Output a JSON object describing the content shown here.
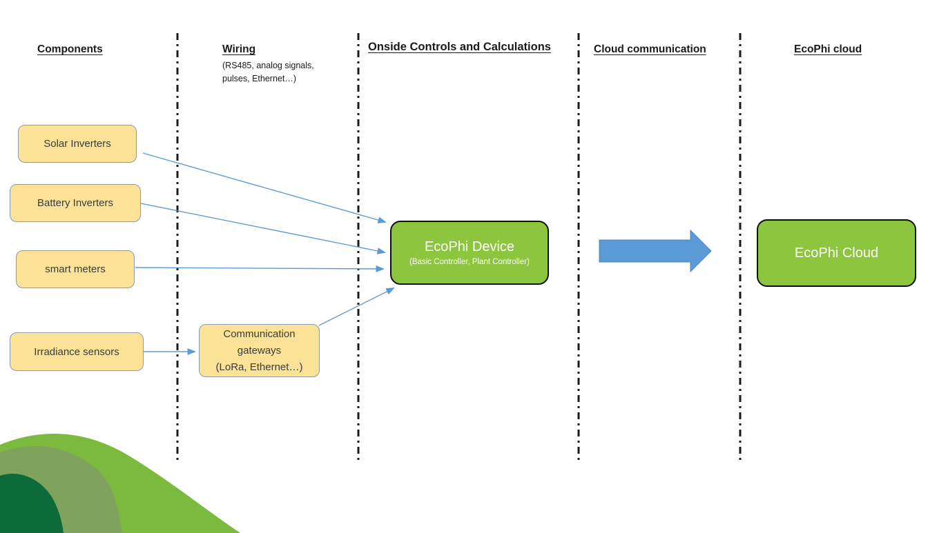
{
  "columns": [
    {
      "title": "Components"
    },
    {
      "title": "Wiring",
      "subtitle_line1": "(RS485, analog signals,",
      "subtitle_line2": "pulses, Ethernet…)"
    },
    {
      "title": "Onside Controls and Calculations"
    },
    {
      "title": "Cloud communication"
    },
    {
      "title": "EcoPhi cloud"
    }
  ],
  "component_boxes": [
    {
      "label": "Solar Inverters"
    },
    {
      "label": "Battery Inverters"
    },
    {
      "label": "smart meters"
    },
    {
      "label": "Irradiance sensors"
    }
  ],
  "gateway_box": {
    "line1": "Communication",
    "line2": "gateways",
    "line3": "(LoRa, Ethernet…)"
  },
  "device_box": {
    "title": "EcoPhi Device",
    "subtitle": "(Basic Controller, Plant Controller)"
  },
  "cloud_box": {
    "title": "EcoPhi Cloud"
  },
  "colors": {
    "component_box_fill": "#FBE297",
    "component_box_border": "#8A9BB0",
    "green_box_fill": "#8CC63F",
    "arrow_blue": "#5B9BD5",
    "divider": "#1A1A1A",
    "hill_bright": "#7CBA3F",
    "hill_mid": "#7FA35C",
    "hill_dark": "#0C6B38"
  }
}
